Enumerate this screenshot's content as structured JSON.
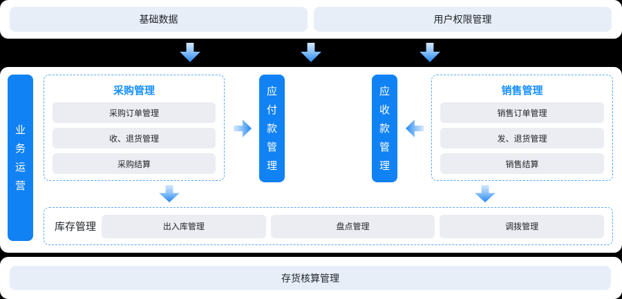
{
  "top": {
    "basic_data": "基础数据",
    "user_permission": "用户权限管理"
  },
  "business_bar": "业务运营",
  "purchase": {
    "title": "采购管理",
    "items": [
      "采购订单管理",
      "收、退货管理",
      "采购结算"
    ]
  },
  "payable": "应付款管理",
  "receivable": "应收款管理",
  "sales": {
    "title": "销售管理",
    "items": [
      "销售订单管理",
      "发、退货管理",
      "销售结算"
    ]
  },
  "inventory": {
    "label": "库存管理",
    "items": [
      "出入库管理",
      "盘点管理",
      "调拨管理"
    ]
  },
  "bottom": {
    "inventory_accounting": "存货核算管理"
  },
  "colors": {
    "page_bg": "#000000",
    "card_bg": "#ffffff",
    "pill_bg": "#e8eef8",
    "chip_bg": "#ecedf2",
    "accent": "#1182f3",
    "accent_light": "#1890ff",
    "dashed_border": "#55a6f7",
    "text": "#1f2329",
    "arrow_light": "#d4e7fc",
    "arrow_dark": "#2188f3"
  }
}
